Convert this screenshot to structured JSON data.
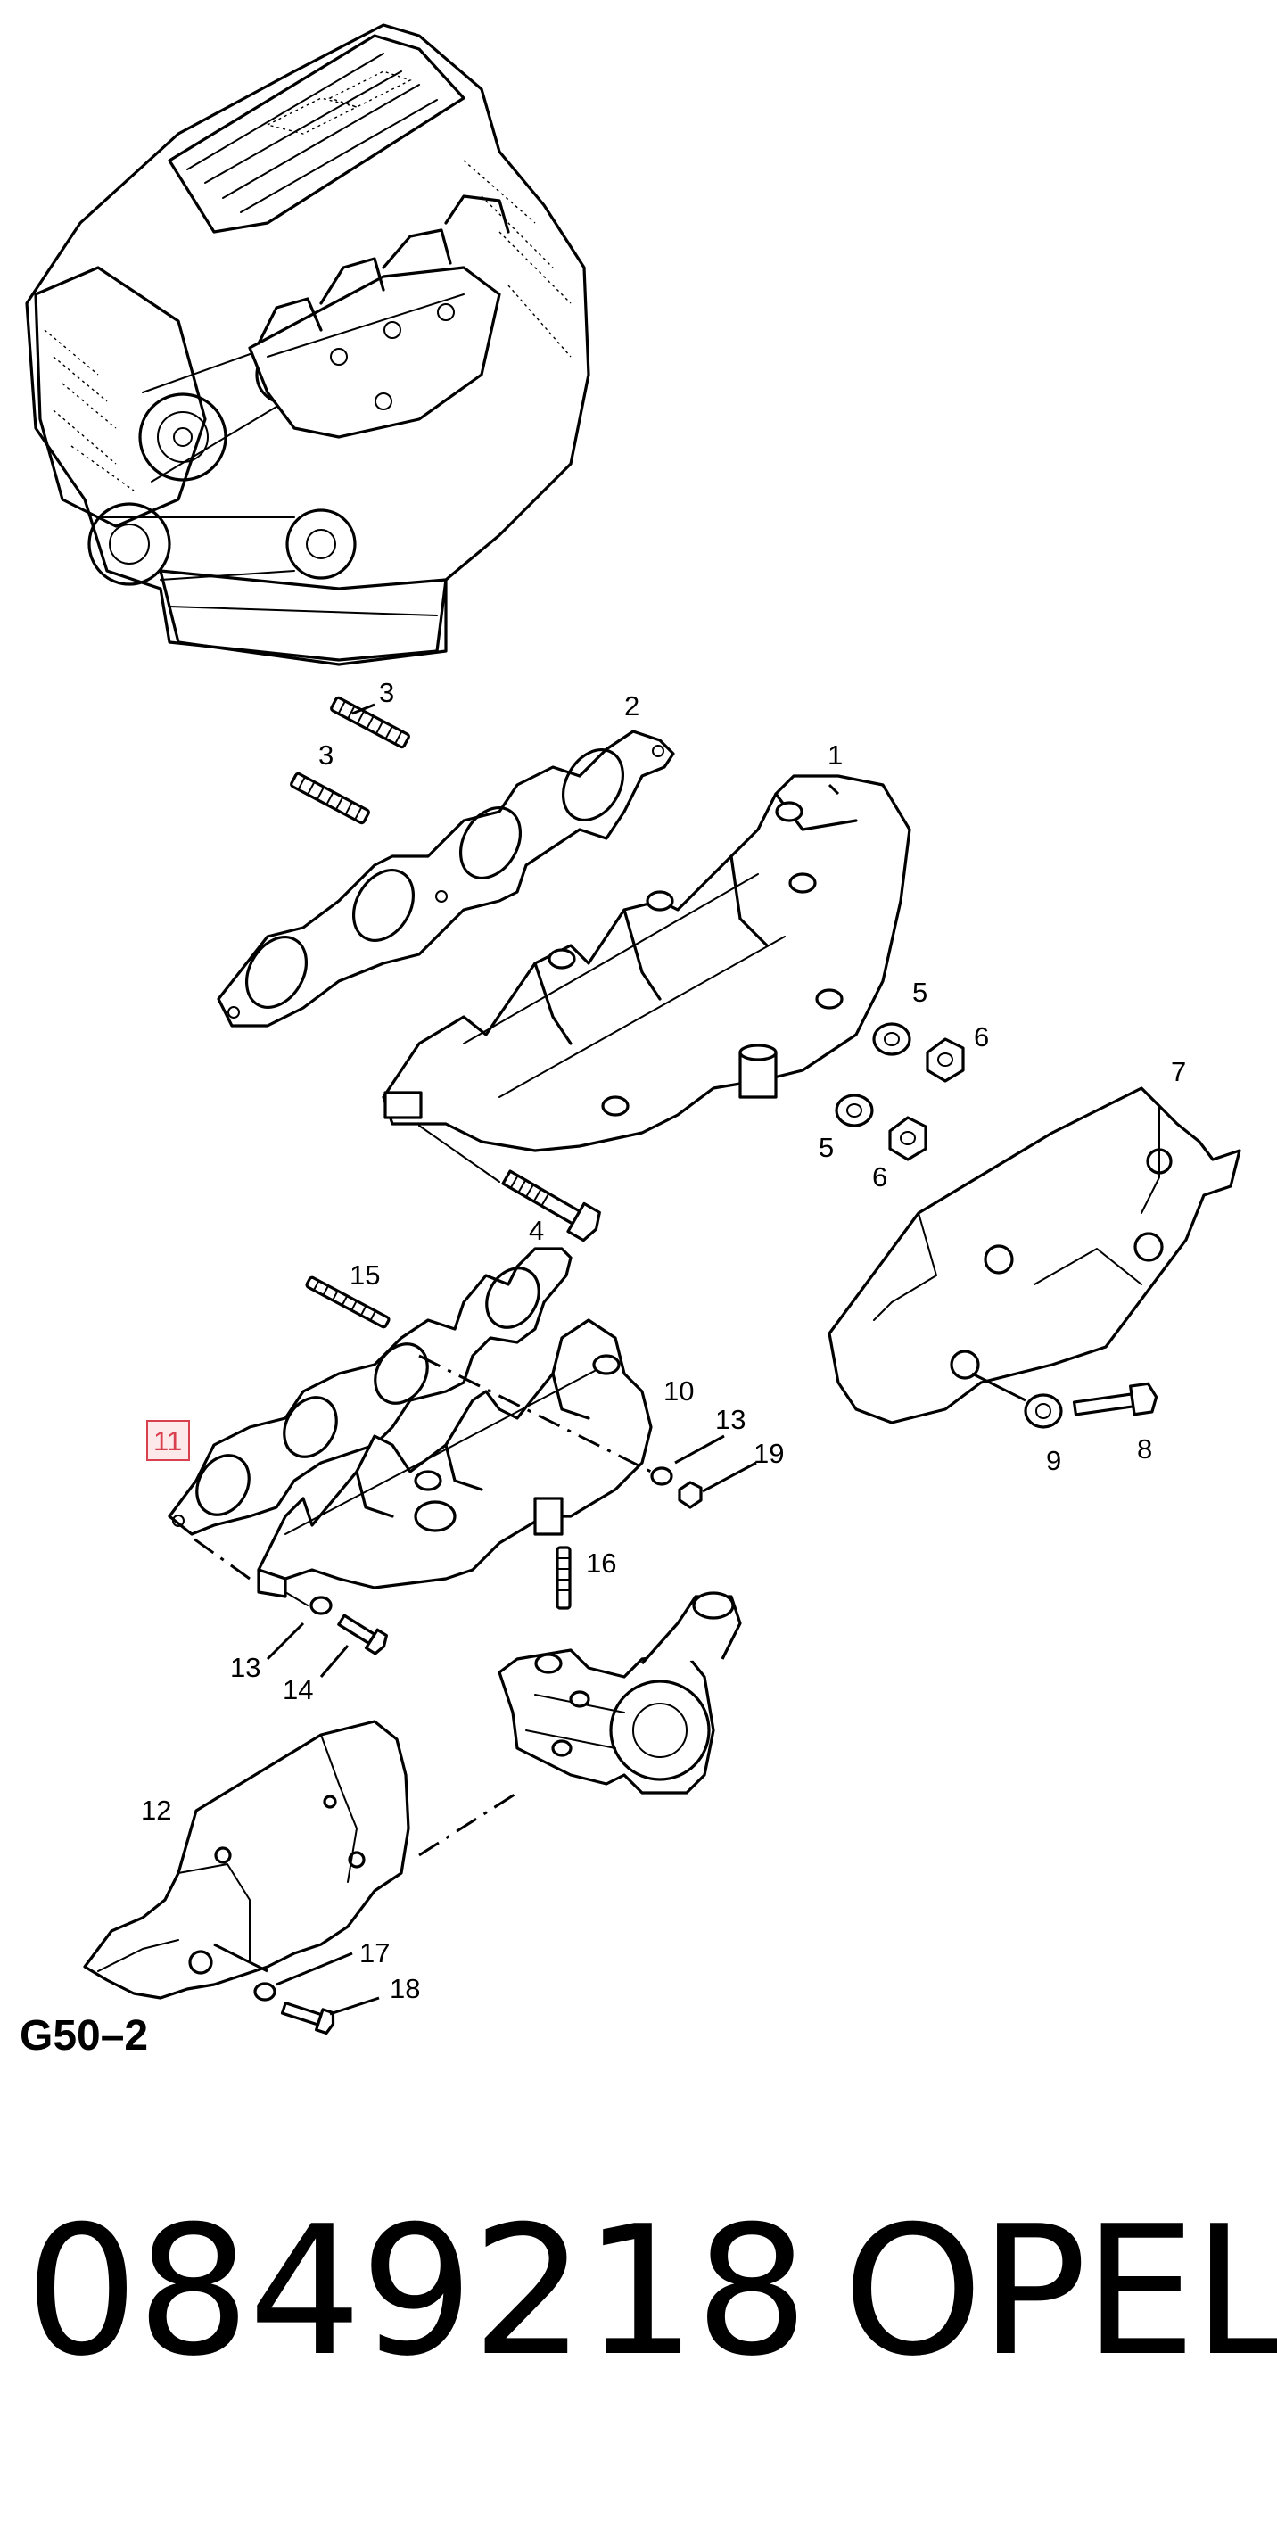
{
  "figure_code": "G50–2",
  "part_number": "0849218",
  "brand": "OPEL",
  "highlighted_callout": "11",
  "callouts": {
    "c1": "1",
    "c2": "2",
    "c3a": "3",
    "c3b": "3",
    "c4": "4",
    "c5a": "5",
    "c5b": "5",
    "c6a": "6",
    "c6b": "6",
    "c7": "7",
    "c8": "8",
    "c9": "9",
    "c10": "10",
    "c11": "11",
    "c12": "12",
    "c13a": "13",
    "c13b": "13",
    "c14": "14",
    "c15": "15",
    "c16": "16",
    "c17": "17",
    "c18": "18",
    "c19": "19"
  }
}
